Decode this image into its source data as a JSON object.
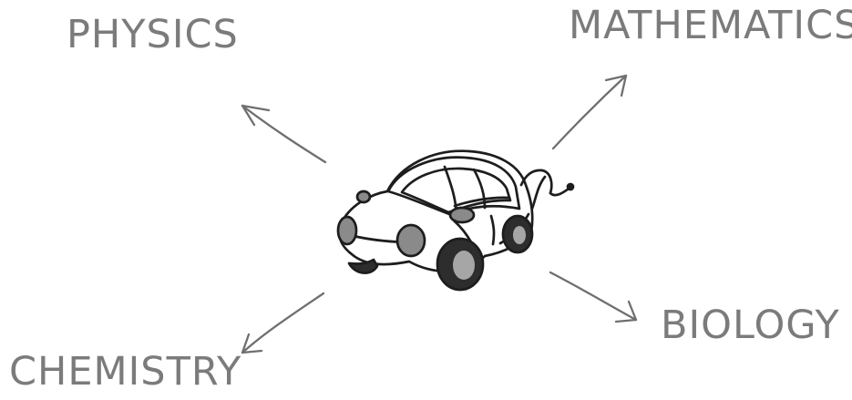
{
  "diagram": {
    "labels": {
      "physics": "PHYSICS",
      "mathematics": "MATHEMATICS",
      "biology": "BIOLOGY",
      "chemistry": "CHEMISTRY"
    },
    "colors": {
      "label": "#7b7b7b",
      "arrow": "#6f6f6f",
      "car_outline": "#1d1d1d",
      "car_body": "#ffffff",
      "headlight": "#8a8a8a",
      "tire": "#2d2d2d",
      "hubcap": "#a6a6a6"
    },
    "icons": {
      "center": "car-icon",
      "arrows": "arrow-icon",
      "plug": "plug-icon"
    }
  }
}
